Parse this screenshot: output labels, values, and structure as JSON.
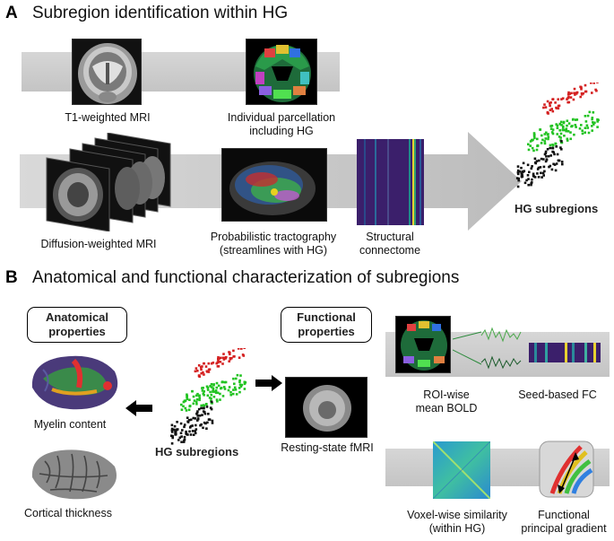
{
  "panel_a": {
    "letter": "A",
    "title": "Subregion identification within HG",
    "labels": {
      "t1": "T1-weighted MRI",
      "parcellation_line1": "Individual parcellation",
      "parcellation_line2": "including HG",
      "diffusion": "Diffusion-weighted MRI",
      "tract_line1": "Probabilistic tractography",
      "tract_line2": "(streamlines with HG)",
      "connectome_line1": "Structural",
      "connectome_line2": "connectome",
      "hg_subregions": "HG subregions"
    }
  },
  "panel_b": {
    "letter": "B",
    "title": "Anatomical and functional characterization of subregions",
    "boxes": {
      "anatomical_line1": "Anatomical",
      "anatomical_line2": "properties",
      "functional_line1": "Functional",
      "functional_line2": "properties"
    },
    "labels": {
      "myelin": "Myelin content",
      "thickness": "Cortical thickness",
      "hg_subregions": "HG subregions",
      "resting": "Resting-state fMRI",
      "roi_line1": "ROI-wise",
      "roi_line2": "mean BOLD",
      "seed_fc": "Seed-based FC",
      "voxel_line1": "Voxel-wise similarity",
      "voxel_line2": "(within HG)",
      "gradient_line1": "Functional",
      "gradient_line2": "principal gradient"
    }
  },
  "colors": {
    "band": "#cccccc",
    "arrow_grey": "#bdbdbd",
    "red": "#d42020",
    "green": "#22c322",
    "black": "#111111",
    "connectome_bg": "#3b1f6b"
  }
}
